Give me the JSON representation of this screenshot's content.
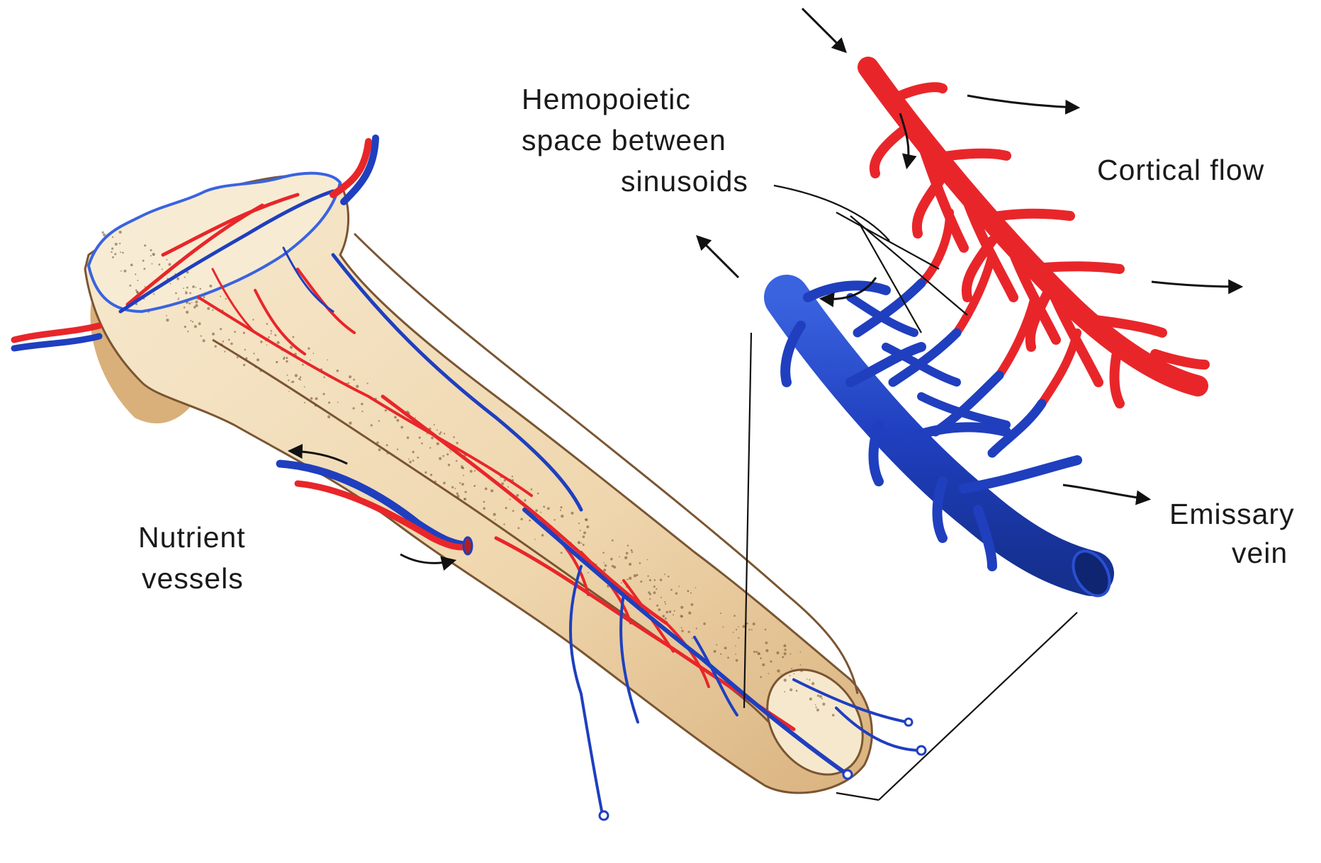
{
  "labels": {
    "hemopoietic_line1": "Hemopoietic",
    "hemopoietic_line2": "space between",
    "hemopoietic_line3": "sinusoids",
    "cortical_flow": "Cortical flow",
    "nutrient_line1": "Nutrient",
    "nutrient_line2": "vessels",
    "emissary_line1": "Emissary",
    "emissary_line2": "vein"
  },
  "colors": {
    "artery": "#e8262a",
    "vein": "#1f3fbf",
    "bone": "#f3e3c4",
    "bone_outline": "#7a5532"
  }
}
